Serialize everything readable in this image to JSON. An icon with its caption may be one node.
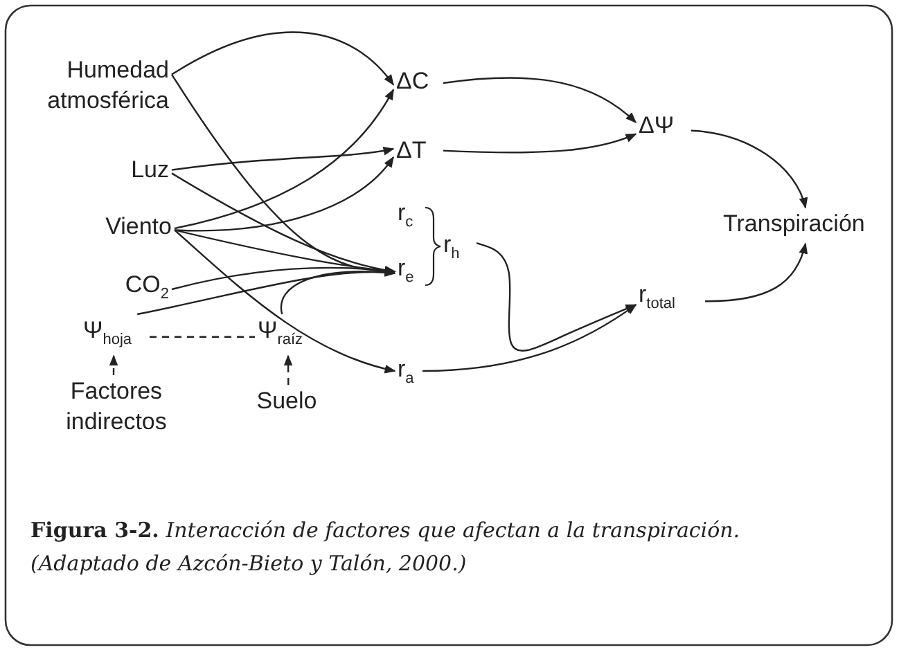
{
  "diagram": {
    "caption": "**Figura 3-2.** *Interacción de factores que afectan a la transpiración. (Adaptado de Azcón-Bieto y Talón, 2000.)*",
    "nodes": [
      {
        "text": [
          "Humedad atmosférica"
        ]
      },
      {
        "text": [
          "Luz"
        ]
      },
      {
        "text": [
          "Viento"
        ]
      },
      {
        "text": [
          "CO$_{2}$"
        ]
      },
      {
        "text": [
          "Ψ$_{hoja}$"
        ]
      },
      {
        "text": [
          "Ψ$_{raíz}$"
        ]
      },
      {
        "text": [
          "Factores indirectos"
        ]
      },
      {
        "text": [
          "Suelo"
        ]
      },
      {
        "text": [
          "ΔC"
        ]
      },
      {
        "text": [
          "ΔT"
        ]
      },
      {
        "text": [
          "r$_{c}$"
        ]
      },
      {
        "text": [
          "r$_{e}$"
        ]
      },
      {
        "text": [
          "r$_{h}$"
        ]
      },
      {
        "text": [
          "r$_{a}$"
        ]
      },
      {
        "text": [
          "ΔΨ"
        ]
      },
      {
        "text": [
          "Transpiración"
        ]
      },
      {
        "text": [
          "r$_{total}$"
        ]
      }
    ],
    "edges": [
      {
        "from": 0,
        "to": 8,
        "arrow": "to"
      },
      {
        "from": 0,
        "to": 11,
        "arrow": "to"
      },
      {
        "from": 1,
        "to": 9,
        "arrow": "to"
      },
      {
        "from": 1,
        "to": 11,
        "arrow": "to"
      },
      {
        "from": 2,
        "to": 8,
        "arrow": "to"
      },
      {
        "from": 2,
        "to": 9,
        "arrow": "to"
      },
      {
        "from": 2,
        "to": 11,
        "arrow": "to"
      },
      {
        "from": 2,
        "to": 13,
        "arrow": "to"
      },
      {
        "from": 3,
        "to": 11,
        "arrow": "to"
      },
      {
        "from": 4,
        "to": 11,
        "arrow": "to"
      },
      {
        "from": 5,
        "to": 11,
        "arrow": "to"
      },
      {
        "from": 4,
        "to": 5,
        "arrow": "none",
        "style": "dashed"
      },
      {
        "from": 6,
        "to": 4,
        "arrow": "to",
        "style": "dashed"
      },
      {
        "from": 7,
        "to": 5,
        "arrow": "to",
        "style": "dashed"
      },
      {
        "from": 8,
        "to": 14,
        "arrow": "to"
      },
      {
        "from": 9,
        "to": 14,
        "arrow": "to"
      },
      {
        "from": 14,
        "to": 15,
        "arrow": "to"
      },
      {
        "from": 12,
        "to": 16,
        "arrow": "to"
      },
      {
        "from": 13,
        "to": 16,
        "arrow": "to"
      },
      {
        "from": 16,
        "to": 15,
        "arrow": "to"
      }
    ]
  }
}
